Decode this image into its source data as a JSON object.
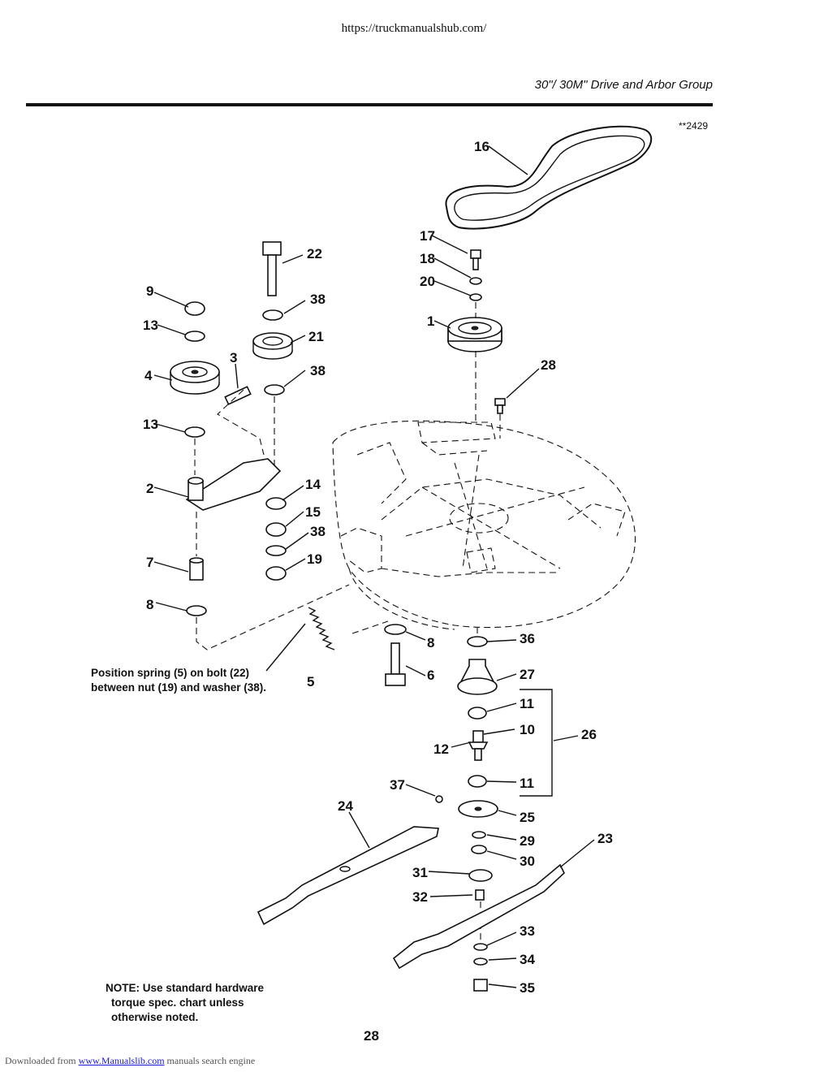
{
  "header": {
    "url": "https://truckmanualshub.com/",
    "title": "30\"/ 30M\" Drive and Arbor Group",
    "figure_code": "**2429"
  },
  "notes": {
    "spring_line1": "Position spring (5) on bolt (22)",
    "spring_line2": "between nut (19) and washer (38).",
    "hardware_line1": "NOTE: Use standard hardware",
    "hardware_line2": "torque spec. chart unless",
    "hardware_line3": "otherwise noted."
  },
  "page_number": "28",
  "footer": {
    "prefix": "Downloaded from",
    "link": "www.Manualslib.com",
    "suffix": " manuals search engine"
  },
  "callouts": [
    {
      "id": "c16",
      "text": "16"
    },
    {
      "id": "c17",
      "text": "17"
    },
    {
      "id": "c18",
      "text": "18"
    },
    {
      "id": "c20",
      "text": "20"
    },
    {
      "id": "c1",
      "text": "1"
    },
    {
      "id": "c28",
      "text": "28"
    },
    {
      "id": "c22",
      "text": "22"
    },
    {
      "id": "c38a",
      "text": "38"
    },
    {
      "id": "c21",
      "text": "21"
    },
    {
      "id": "c38b",
      "text": "38"
    },
    {
      "id": "c9",
      "text": "9"
    },
    {
      "id": "c13a",
      "text": "13"
    },
    {
      "id": "c3",
      "text": "3"
    },
    {
      "id": "c4",
      "text": "4"
    },
    {
      "id": "c13b",
      "text": "13"
    },
    {
      "id": "c2",
      "text": "2"
    },
    {
      "id": "c14",
      "text": "14"
    },
    {
      "id": "c15",
      "text": "15"
    },
    {
      "id": "c38c",
      "text": "38"
    },
    {
      "id": "c19",
      "text": "19"
    },
    {
      "id": "c7",
      "text": "7"
    },
    {
      "id": "c8a",
      "text": "8"
    },
    {
      "id": "c5",
      "text": "5"
    },
    {
      "id": "c8b",
      "text": "8"
    },
    {
      "id": "c6",
      "text": "6"
    },
    {
      "id": "c36",
      "text": "36"
    },
    {
      "id": "c27",
      "text": "27"
    },
    {
      "id": "c11a",
      "text": "11"
    },
    {
      "id": "c10",
      "text": "10"
    },
    {
      "id": "c26",
      "text": "26"
    },
    {
      "id": "c12",
      "text": "12"
    },
    {
      "id": "c11b",
      "text": "11"
    },
    {
      "id": "c37",
      "text": "37"
    },
    {
      "id": "c24",
      "text": "24"
    },
    {
      "id": "c25",
      "text": "25"
    },
    {
      "id": "c29",
      "text": "29"
    },
    {
      "id": "c23",
      "text": "23"
    },
    {
      "id": "c30",
      "text": "30"
    },
    {
      "id": "c31",
      "text": "31"
    },
    {
      "id": "c32",
      "text": "32"
    },
    {
      "id": "c33",
      "text": "33"
    },
    {
      "id": "c34",
      "text": "34"
    },
    {
      "id": "c35",
      "text": "35"
    }
  ]
}
